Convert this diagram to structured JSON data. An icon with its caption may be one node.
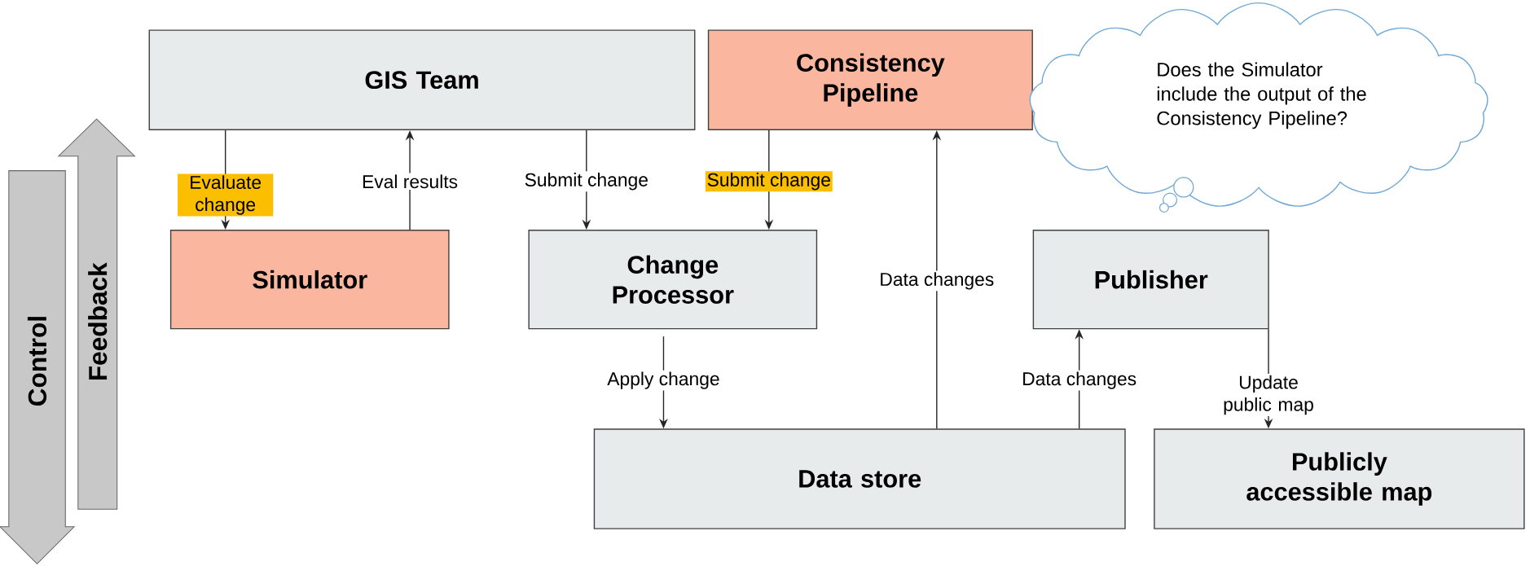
{
  "diagram": {
    "nodes": [
      {
        "text": [
          "Control"
        ]
      },
      {
        "text": [
          "Feedback"
        ]
      },
      {
        "text": [
          "GIS Team"
        ]
      },
      {
        "text": [
          "Consistency Pipeline"
        ]
      },
      {
        "text": [
          "Does the Simulator include the output of the Consistency Pipeline?"
        ]
      },
      {
        "text": [
          "Simulator"
        ]
      },
      {
        "text": [
          "Change Processor"
        ]
      },
      {
        "text": [
          "Publisher"
        ]
      },
      {
        "text": [
          "Data store"
        ]
      },
      {
        "text": [
          "Publicly accessible map"
        ]
      }
    ],
    "edges": [
      {
        "from": 2,
        "to": 5,
        "arrow": "to",
        "label": "Evaluate change"
      },
      {
        "from": 5,
        "to": 2,
        "arrow": "to",
        "label": "Eval results"
      },
      {
        "from": 2,
        "to": 6,
        "arrow": "to",
        "label": "Submit change"
      },
      {
        "from": 3,
        "to": 6,
        "arrow": "to",
        "label": "Submit change"
      },
      {
        "from": 8,
        "to": 3,
        "arrow": "to",
        "label": "Data changes"
      },
      {
        "from": 6,
        "to": 8,
        "arrow": "to",
        "label": "Apply change"
      },
      {
        "from": 8,
        "to": 7,
        "arrow": "to",
        "label": "Data changes"
      },
      {
        "from": 7,
        "to": 9,
        "arrow": "to",
        "label": "Update public map"
      }
    ]
  }
}
